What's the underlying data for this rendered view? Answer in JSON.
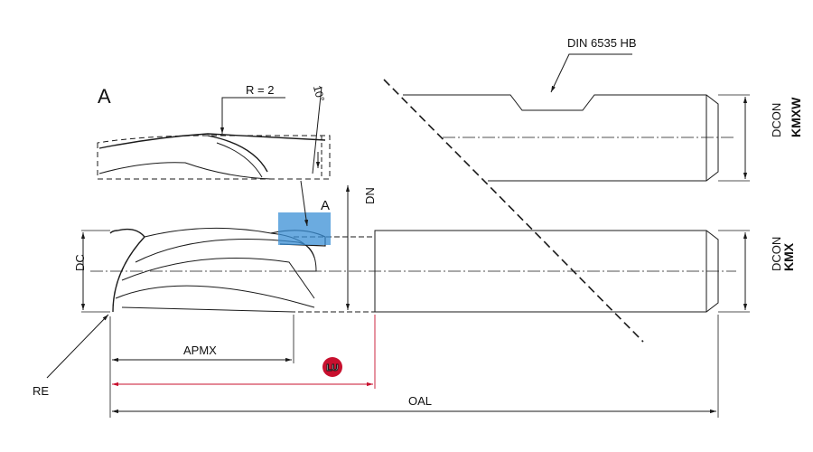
{
  "detail": {
    "view_letter": "A",
    "radius_label": "R = 2",
    "angle_label": "10°"
  },
  "main_view": {
    "view_marker": "A",
    "dims": {
      "dc": "DC",
      "dn": "DN",
      "dcon": "DCON",
      "kmx": "KMX",
      "apmx": "APMX",
      "lu": "LU",
      "oal": "OAL",
      "re": "RE"
    }
  },
  "shank_view": {
    "standard": "DIN 6535 HB",
    "dcon": "DCON",
    "kmxw": "KMXW"
  },
  "colors": {
    "line": "#1a1a1a",
    "accent_blue": "#3a8fd6",
    "lu_red": "#c8102e"
  }
}
